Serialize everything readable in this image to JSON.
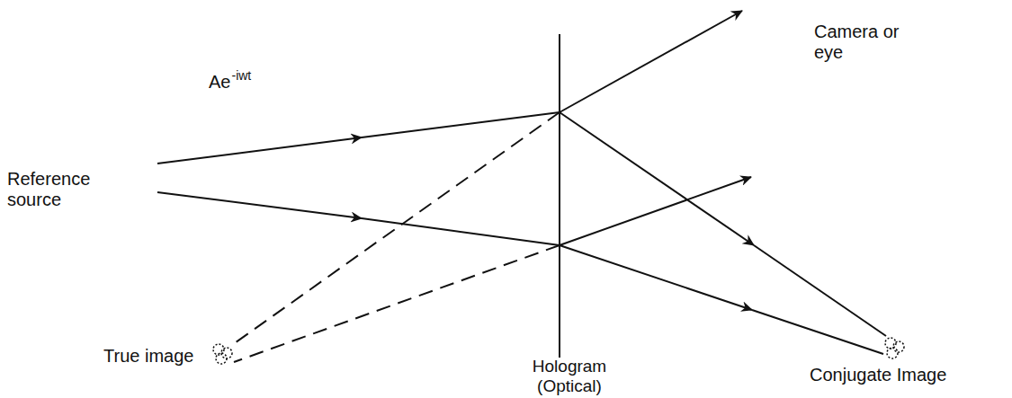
{
  "diagram": {
    "labels": [
      "Ae",
      "-iwt",
      "Reference source",
      "Camera or eye",
      "True image",
      "Hologram (Optical)",
      "Conjugate Image"
    ]
  }
}
